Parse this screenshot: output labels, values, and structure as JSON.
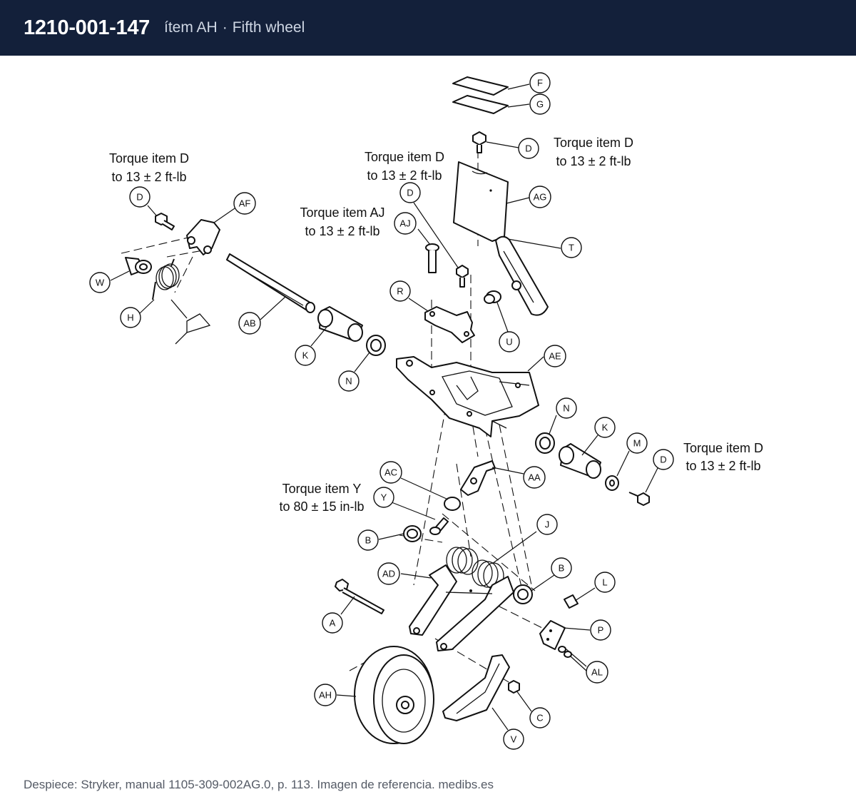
{
  "header": {
    "part_number": "1210-001-147",
    "item_label": "ítem AH",
    "separator": "·",
    "item_name": "Fifth wheel"
  },
  "torque_notes": [
    {
      "line1": "Torque item D",
      "line2": "to 13 ± 2 ft-lb"
    },
    {
      "line1": "Torque item D",
      "line2": "to 13 ± 2 ft-lb"
    },
    {
      "line1": "Torque item D",
      "line2": "to 13 ± 2 ft-lb"
    },
    {
      "line1": "Torque item AJ",
      "line2": "to 13 ± 2 ft-lb"
    },
    {
      "line1": "Torque item D",
      "line2": "to 13 ± 2 ft-lb"
    },
    {
      "line1": "Torque item Y",
      "line2": "to 80 ± 15 in-lb"
    }
  ],
  "callouts": [
    "F",
    "G",
    "D",
    "AG",
    "T",
    "D",
    "AJ",
    "D",
    "R",
    "U",
    "AE",
    "AF",
    "D",
    "W",
    "H",
    "AB",
    "K",
    "N",
    "N",
    "K",
    "M",
    "D",
    "AC",
    "AA",
    "Y",
    "B",
    "J",
    "AD",
    "B",
    "L",
    "P",
    "AL",
    "A",
    "AH",
    "C",
    "V"
  ],
  "footer": {
    "text": "Despiece: Stryker, manual 1105-309-002AG.0, p. 113. Imagen de referencia. medibs.es"
  }
}
